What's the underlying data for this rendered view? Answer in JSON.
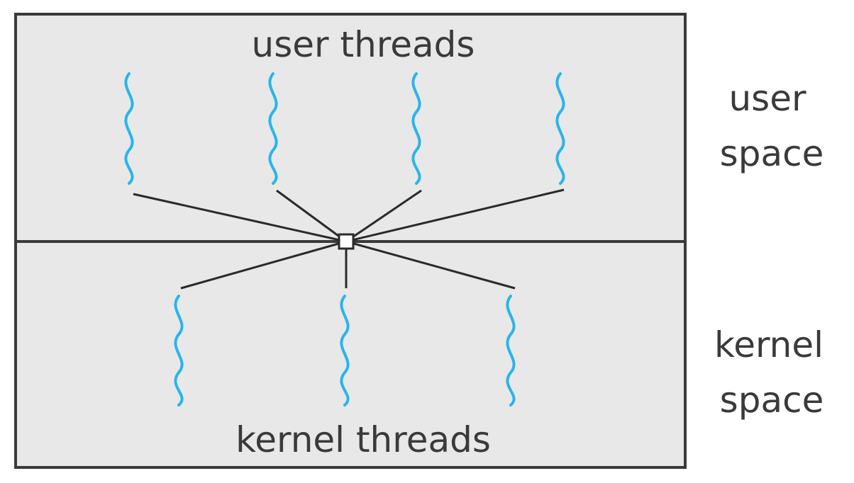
{
  "labels": {
    "user_threads": "user threads",
    "kernel_threads": "kernel threads",
    "user_space_line1": "user",
    "user_space_line2": "space",
    "kernel_space_line1": "kernel",
    "kernel_space_line2": "space"
  },
  "colors": {
    "background": "#e8e8e8",
    "border": "#3a3a3a",
    "thread": "#29b5ea",
    "connector": "#2a2a2a",
    "hub_fill": "#ffffff"
  },
  "model": {
    "user_thread_count": 4,
    "kernel_thread_count": 3
  }
}
